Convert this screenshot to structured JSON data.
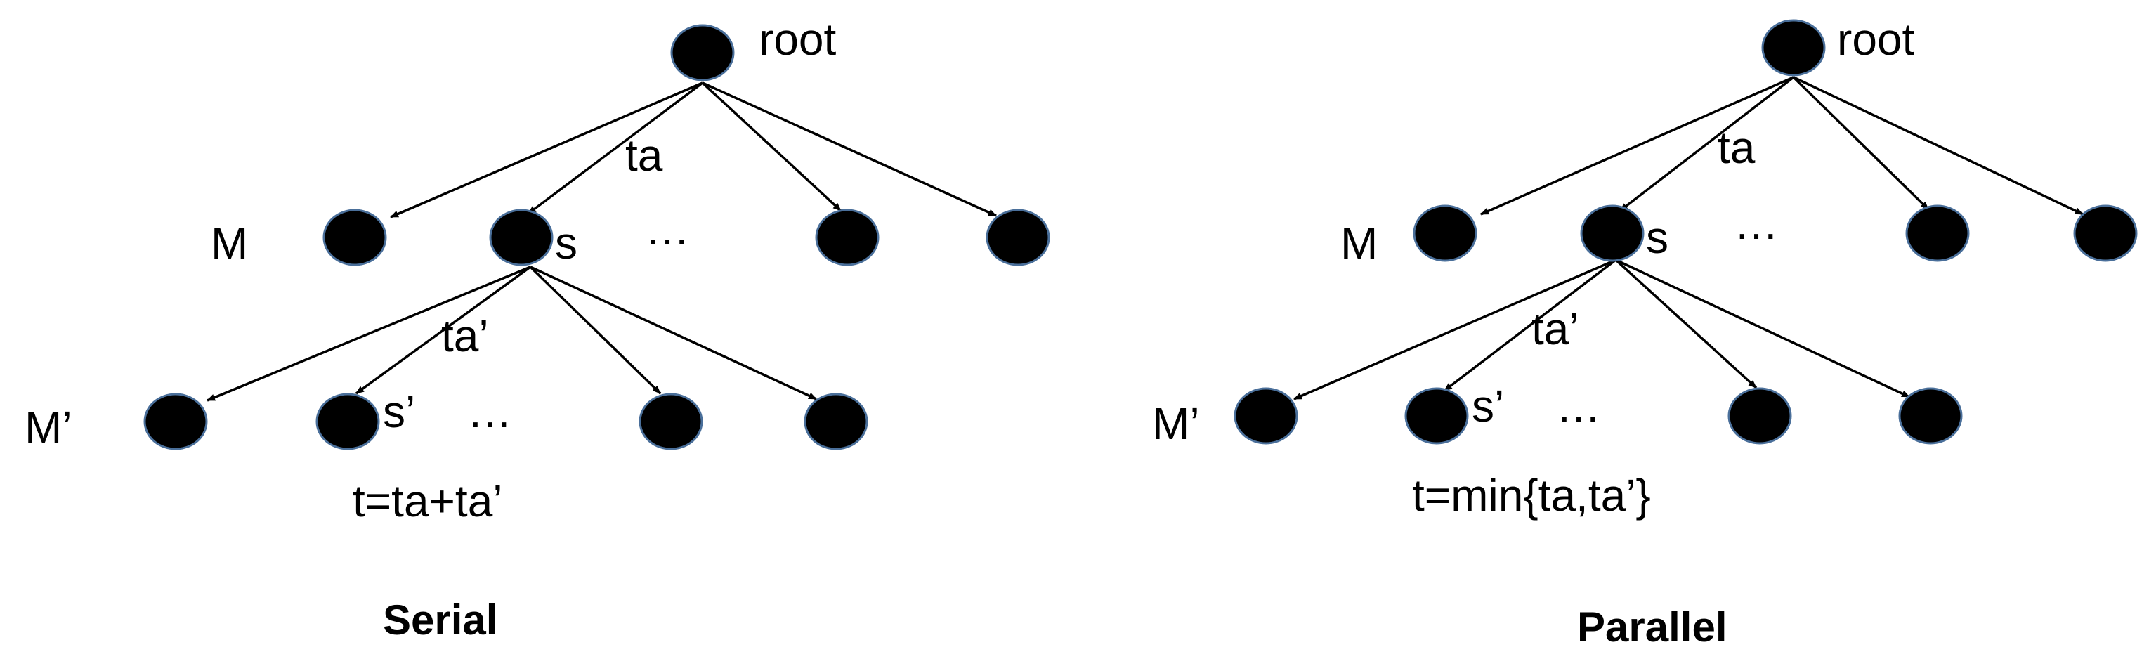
{
  "diagrams": [
    {
      "id": "serial",
      "caption": "Serial",
      "root_label": "root",
      "level1_label": "M",
      "child_label": "s",
      "edge_label": "ta",
      "level2_label": "M’",
      "grandchild_label": "s’",
      "edge2_label": "ta’",
      "ellipsis_1": "…",
      "ellipsis_2": "…",
      "formula": "t=ta+ta’"
    },
    {
      "id": "parallel",
      "caption": "Parallel",
      "root_label": "root",
      "level1_label": "M",
      "child_label": "s",
      "edge_label": "ta",
      "level2_label": "M’",
      "grandchild_label": "s’",
      "edge2_label": "ta’",
      "ellipsis_1": "…",
      "ellipsis_2": "…",
      "formula": "t=min{ta,ta’}"
    }
  ],
  "colors": {
    "node_fill": "#000000",
    "node_stroke": "#4a6f9a",
    "edge": "#000000",
    "background": "#ffffff"
  }
}
